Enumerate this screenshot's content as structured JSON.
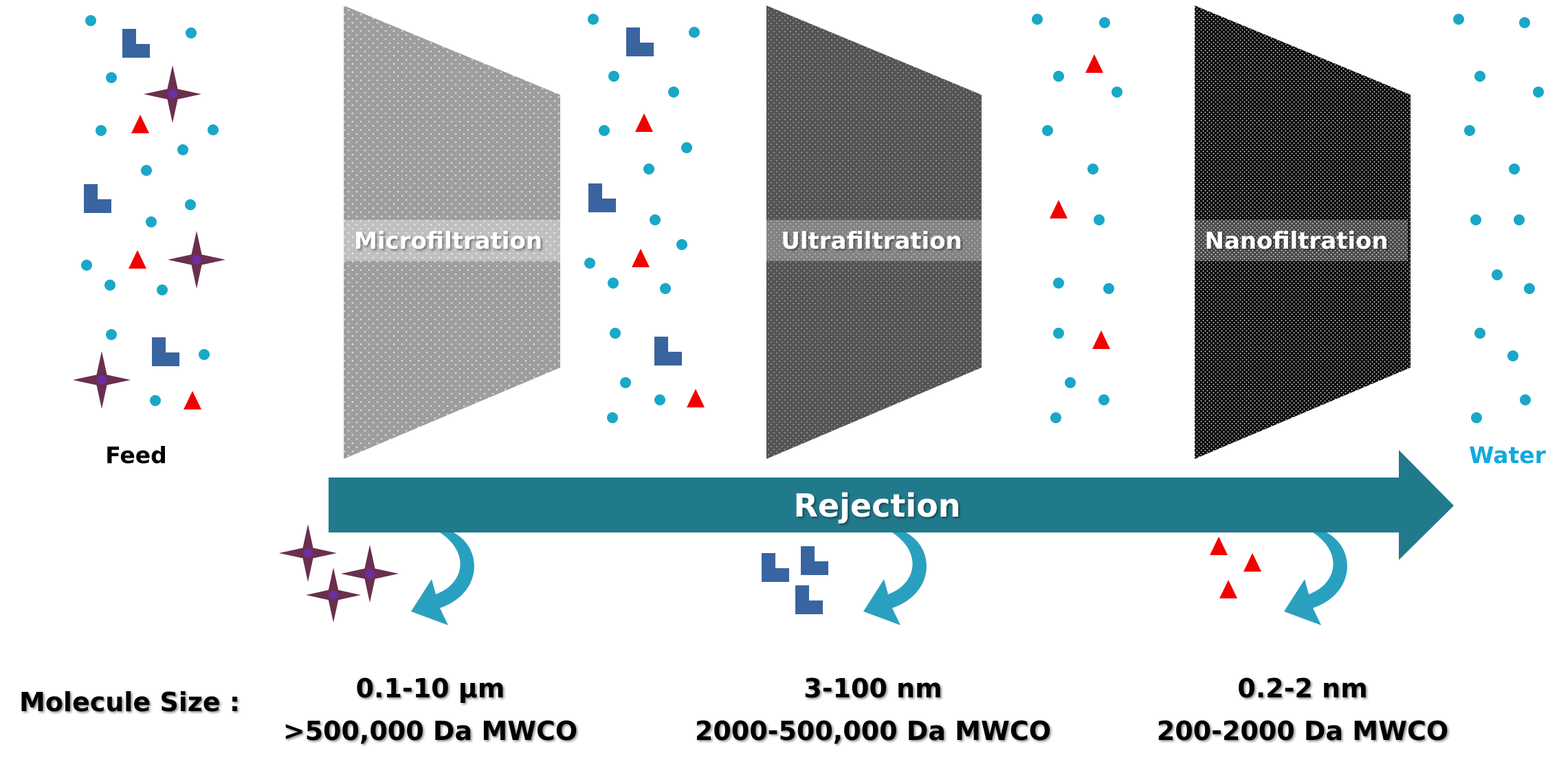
{
  "labels": {
    "feed": "Feed",
    "water": "Water",
    "rejection": "Rejection",
    "molecule_size": "Molecule Size :"
  },
  "membranes": [
    {
      "name": "Microfiltration",
      "size_range": "0.1-10 µm",
      "mwco": ">500,000 Da MWCO",
      "color": "#9e9e9e",
      "dot_color": "#d8d8d8"
    },
    {
      "name": "Ultrafiltration",
      "size_range": "3-100 nm",
      "mwco": "2000-500,000 Da MWCO",
      "color": "#545454",
      "dot_color": "#9a9a9a"
    },
    {
      "name": "Nanofiltration",
      "size_range": "0.2-2 nm",
      "mwco": "200-2000 Da MWCO",
      "color": "#0c0c0c",
      "dot_color": "#ffffff"
    }
  ],
  "colors": {
    "water_particle": "#1aa7c8",
    "arrow": "#217a8c",
    "return_arrow": "#2aa0c0",
    "triangle": "#f20000",
    "l_shape": "#3a64a0",
    "star": "#6b2f4e",
    "star_center": "#6c2fa0",
    "water_label": "#12a9e0"
  }
}
